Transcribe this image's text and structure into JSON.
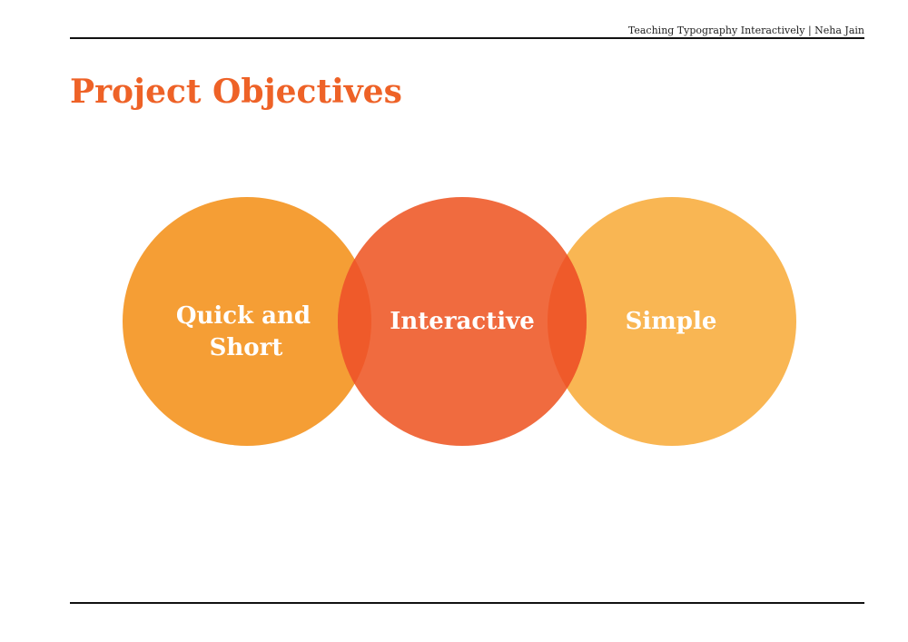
{
  "header": {
    "text": "Teaching Typography Interactively | Neha Jain"
  },
  "title": "Project Objectives",
  "diagram": {
    "circles": [
      {
        "line1": "Quick and",
        "line2": "Short",
        "color": "#F59E35"
      },
      {
        "line1": "Interactive",
        "color": "#F06B3F"
      },
      {
        "line1": "Simple",
        "color": "#F9B653"
      }
    ],
    "overlap_color": "#EF5A2A"
  }
}
